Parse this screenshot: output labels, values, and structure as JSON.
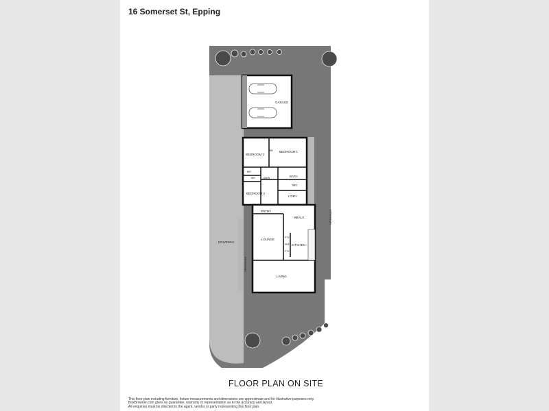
{
  "address": "16 Somerset St, Epping",
  "rooms": {
    "garage": "GARAGE",
    "bedroom1": "BEDROOM 1",
    "bedroom2": "BEDROOM 2",
    "bedroom3": "BEDROOM 3",
    "bath": "BATH",
    "wc": "WC",
    "laundry": "L'DRY",
    "entry": "ENTRY",
    "meals": "MEALS",
    "lounge": "LOUNGE",
    "kitchen": "KITCHEN",
    "living": "LIVING",
    "driveway": "DRIVEWAY",
    "verandah_east": "VERANDAH",
    "verandah_west": "VERANDAH",
    "linen": "LINEN",
    "bir1": "BIR",
    "bir2": "BIR",
    "bir3": "BIR",
    "pty1": "PTY",
    "pty2": "REF",
    "pty3": "PTY"
  },
  "floor_plan_title": "FLOOR PLAN ON SITE",
  "disclaimer": [
    "This floor plan including furniture, fixture measurements and dimensions are approximate and for illustrative purposes only.",
    "BoxBrownie.com gives no guarantee, warranty or representation as to the accuracy and layout.",
    "All enquiries must be directed to the agent, vendor or party representing this floor plan."
  ]
}
